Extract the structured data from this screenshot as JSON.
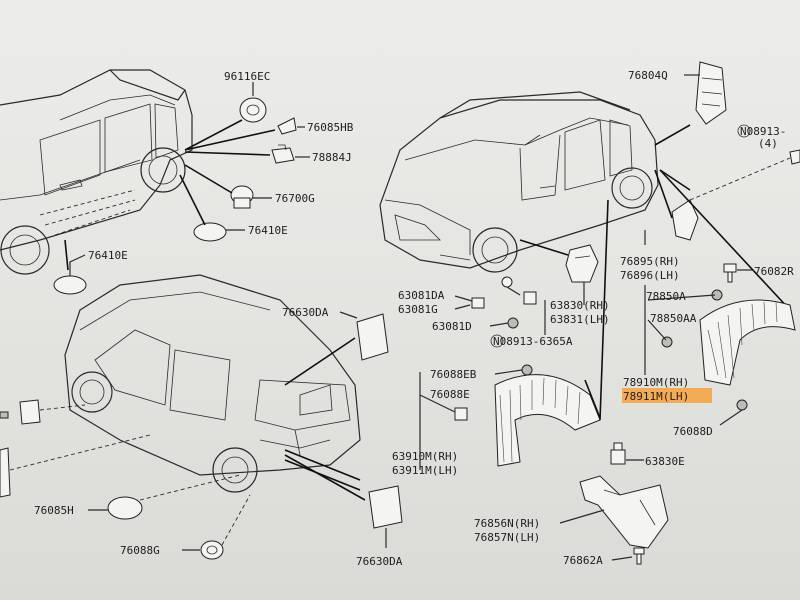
{
  "labels": {
    "p96116EC": "96116EC",
    "p76085HB": "76085HB",
    "p78884J": "78884J",
    "p76700G": "76700G",
    "p76410E_a": "76410E",
    "p76410E_b": "76410E",
    "p76804Q": "76804Q",
    "p08913_top": "N08913-",
    "p08913_top_qty": "(4)",
    "p76630DA_a": "76630DA",
    "p63081DA": "63081DA",
    "p63081G": "63081G",
    "p63081D": "63081D",
    "p63830": "63830(RH)",
    "p63831": "63831(LH)",
    "p08913_6365A": "N08913-6365A",
    "p76895": "76895(RH)",
    "p76896": "76896(LH)",
    "p76082R": "76082R",
    "p78850A": "78850A",
    "p78850AA": "78850AA",
    "p76088EB": "76088EB",
    "p76088E": "76088E",
    "p78910M": "78910M(RH)",
    "p78911M": "78911M(LH)",
    "p76088D": "76088D",
    "p63910M": "63910M(RH)",
    "p63911M": "63911M(LH)",
    "p63830E": "63830E",
    "p76085H": "76085H",
    "p76088G": "76088G",
    "p76630DA_b": "76630DA",
    "p76856N": "76856N(RH)",
    "p76857N": "76857N(LH)",
    "p76862A": "76862A"
  },
  "colors": {
    "highlight": "#f7a23c",
    "line": "#2a2a2a"
  }
}
